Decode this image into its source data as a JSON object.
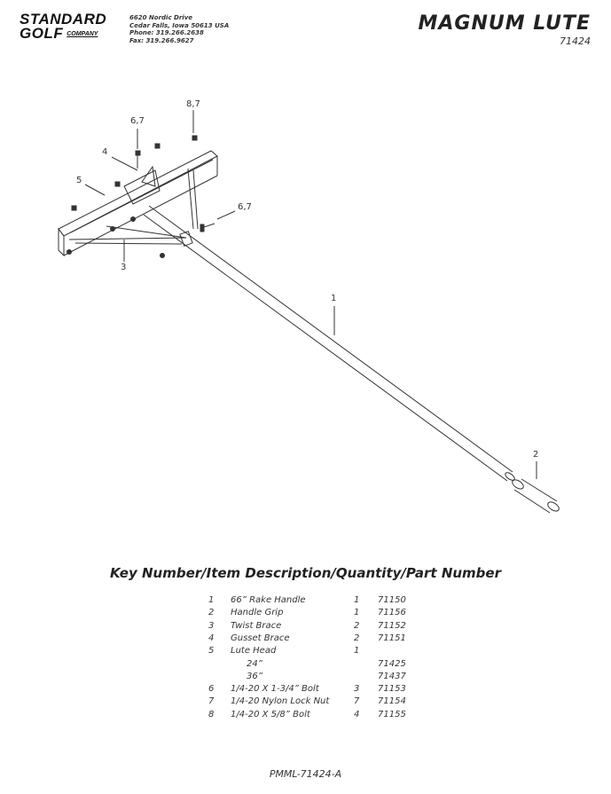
{
  "header": {
    "logo_line1": "STANDARD",
    "logo_line2": "GOLF",
    "logo_company": "COMPANY",
    "address": [
      "6620 Nordic Drive",
      "Cedar Falls, Iowa  50613  USA",
      "Phone: 319.266.2638",
      "Fax: 319.266.9627"
    ],
    "title": "MAGNUM LUTE",
    "part_number": "71424"
  },
  "diagram": {
    "callouts": [
      "8,7",
      "6,7",
      "4",
      "5",
      "6,7",
      "3",
      "1",
      "2"
    ]
  },
  "parts": {
    "heading": "Key Number/Item Description/Quantity/Part Number",
    "rows": [
      {
        "key": "1",
        "desc": "66” Rake Handle",
        "qty": "1",
        "part": "71150"
      },
      {
        "key": "2",
        "desc": "Handle Grip",
        "qty": "1",
        "part": "71156"
      },
      {
        "key": "3",
        "desc": "Twist Brace",
        "qty": "2",
        "part": "71152"
      },
      {
        "key": "4",
        "desc": "Gusset Brace",
        "qty": "2",
        "part": "71151"
      },
      {
        "key": "5",
        "desc": "Lute Head",
        "qty": "1",
        "part": ""
      },
      {
        "key": "",
        "desc": "    24”",
        "qty": "",
        "part": "71425"
      },
      {
        "key": "",
        "desc": "    36”",
        "qty": "",
        "part": "71437"
      },
      {
        "key": "6",
        "desc": "1/4-20 X 1-3/4” Bolt",
        "qty": "3",
        "part": "71153"
      },
      {
        "key": "7",
        "desc": "1/4-20 Nylon Lock Nut",
        "qty": "7",
        "part": "71154"
      },
      {
        "key": "8",
        "desc": "1/4-20 X 5/8” Bolt",
        "qty": "4",
        "part": "71155"
      }
    ]
  },
  "footer": {
    "doc_id": "PMML-71424-A"
  }
}
